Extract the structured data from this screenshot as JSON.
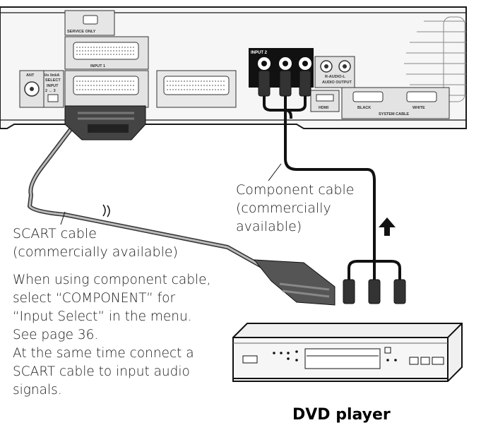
{
  "panel": {
    "service_only": "SERVICE ONLY",
    "input1": "INPUT 1",
    "ant": "ANT",
    "io_link": "I/o linkA",
    "select": "SELECT",
    "input_23": "INPUT",
    "input_23_b": "2 ↔ 3",
    "input2": "INPUT 2",
    "r_audio_l": "R-AUDIO-L",
    "audio_output": "AUDIO OUTPUT",
    "hdmi": "HDMI",
    "black": "BLACK",
    "white": "WHITE",
    "system_cable": "SYSTEM CABLE"
  },
  "labels": {
    "component_cable": [
      "Component cable",
      "(commercially",
      "available)"
    ],
    "scart_cable": [
      "SCART cable",
      "(commercially available)"
    ],
    "note": [
      "When using component cable,",
      "select “COMPONENT” for",
      "“Input Select” in the menu.",
      "See page 36.",
      "At the same time connect a",
      "SCART cable to input audio",
      "signals."
    ],
    "dvd_player": "DVD player"
  }
}
